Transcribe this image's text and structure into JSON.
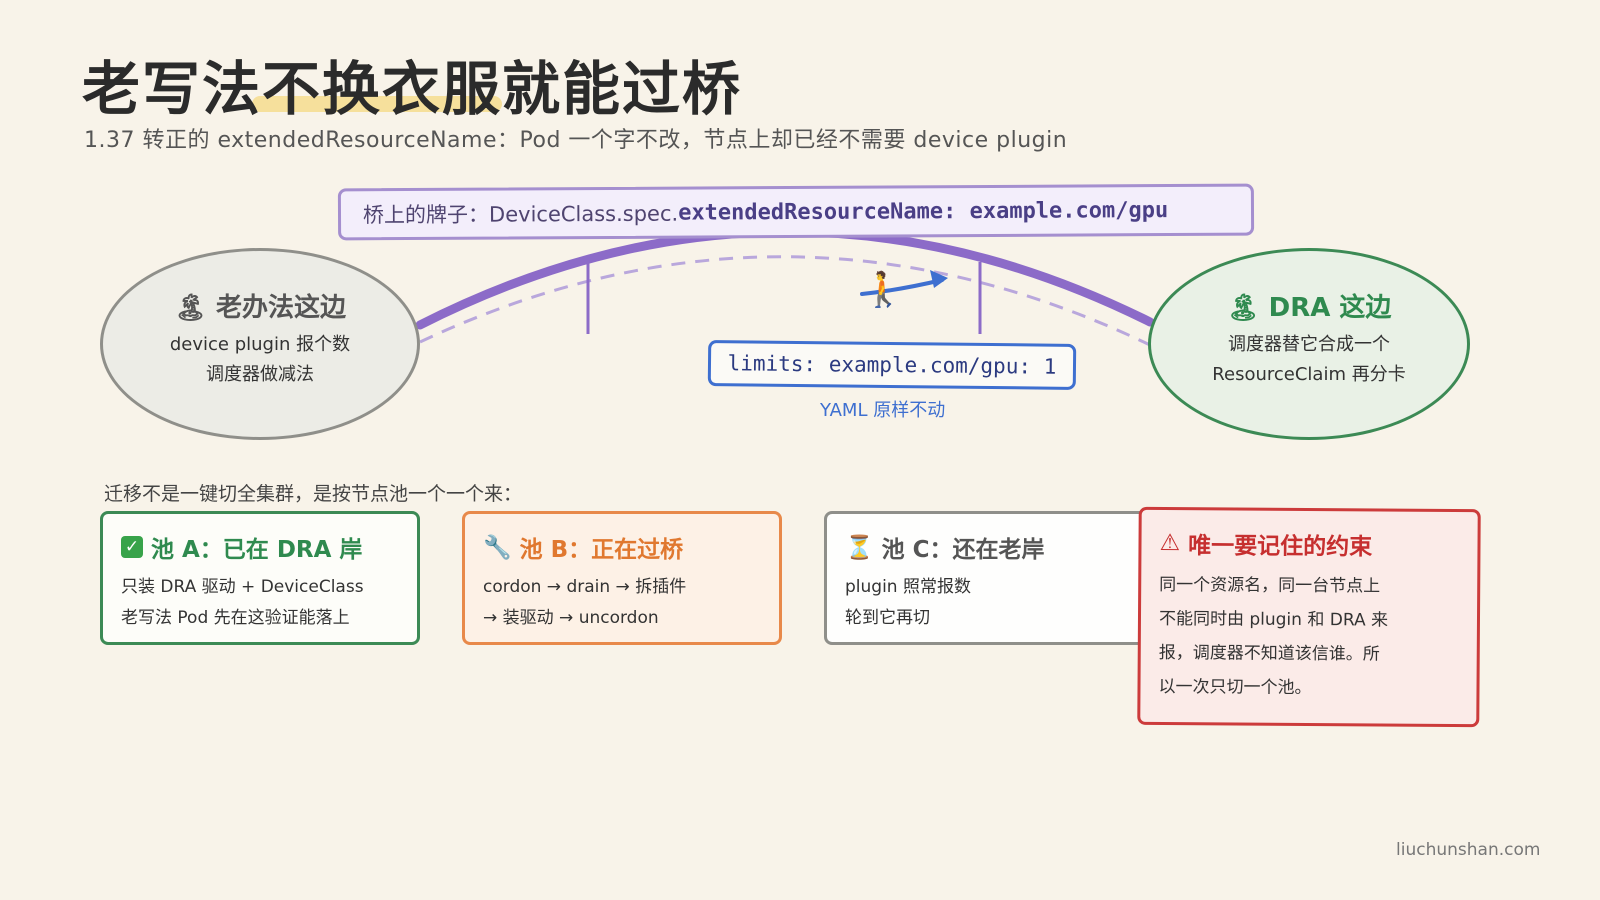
{
  "title": "老写法不换衣服就能过桥",
  "subtitle": "1.37 转正的 extendedResourceName：Pod 一个字不改，节点上却已经不需要 device plugin",
  "bridge_sign": {
    "prefix": "桥上的牌子：DeviceClass.spec.",
    "key": "extendedResourceName: example.com/gpu"
  },
  "left_bank": {
    "title": "老办法这边",
    "icon": "island-icon",
    "lines": [
      "device plugin 报个数",
      "调度器做减法"
    ]
  },
  "right_bank": {
    "title": "DRA 这边",
    "icon": "island-icon",
    "lines": [
      "调度器替它合成一个",
      "ResourceClaim 再分卡"
    ]
  },
  "walker_icon": "construction-worker-walking-icon",
  "yaml_box": {
    "text": "limits: example.com/gpu: 1",
    "caption": "YAML 原样不动"
  },
  "migration_intro": "迁移不是一键切全集群，是按节点池一个一个来：",
  "pools": {
    "a": {
      "icon": "check-icon",
      "title": "池 A：已在 DRA 岸",
      "lines": [
        "只装 DRA 驱动 + DeviceClass",
        "老写法 Pod 先在这验证能落上"
      ]
    },
    "b": {
      "icon": "wrench-icon",
      "title": "池 B：正在过桥",
      "lines": [
        "cordon → drain → 拆插件",
        "→ 装驱动 → uncordon"
      ]
    },
    "c": {
      "icon": "hourglass-icon",
      "title": "池 C：还在老岸",
      "lines": [
        "plugin 照常报数",
        "轮到它再切"
      ]
    },
    "warning": {
      "icon": "warning-icon",
      "title": "唯一要记住的约束",
      "lines": [
        "同一个资源名，同一台节点上",
        "不能同时由 plugin 和 DRA 来",
        "报，调度器不知道该信谁。所",
        "以一次只切一个池。"
      ]
    }
  },
  "footer": "liuchunshan.com",
  "colors": {
    "background": "#f8f3e9",
    "bridge": "#8c6bc8",
    "green": "#3c8a55",
    "orange": "#e8894a",
    "gray": "#8f8f8a",
    "red": "#cc3b3b",
    "blue": "#3e6fd0"
  }
}
